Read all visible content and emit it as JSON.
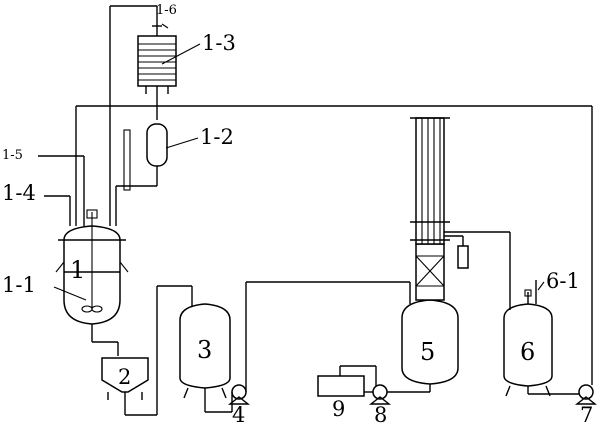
{
  "labels": {
    "l1": "1",
    "l1_1": "1-1",
    "l1_2": "1-2",
    "l1_3": "1-3",
    "l1_4": "1-4",
    "l1_5": "1-5",
    "l1_6": "1-6",
    "l2": "2",
    "l3": "3",
    "l4": "4",
    "l5": "5",
    "l6": "6",
    "l6_1": "6-1",
    "l7": "7",
    "l8": "8",
    "l9": "9"
  }
}
